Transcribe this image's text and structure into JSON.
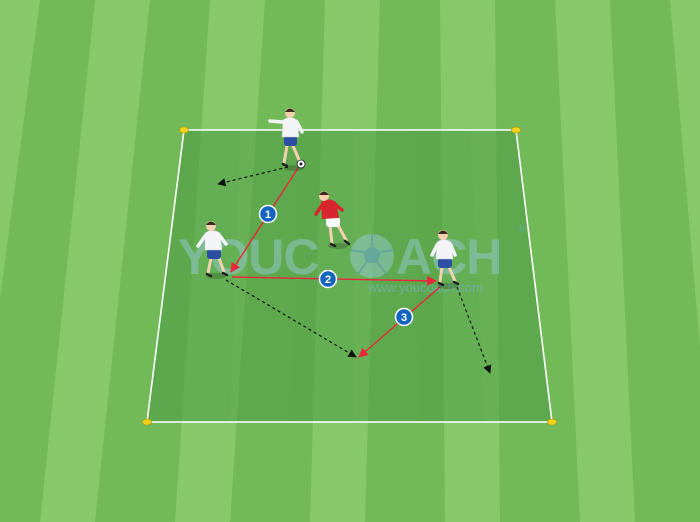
{
  "diagram": {
    "steps": [
      {
        "number": "1",
        "kind": "pass"
      },
      {
        "number": "2",
        "kind": "pass"
      },
      {
        "number": "3",
        "kind": "pass"
      }
    ],
    "players": [
      {
        "id": "white-top",
        "team": "white"
      },
      {
        "id": "white-left",
        "team": "white"
      },
      {
        "id": "white-right",
        "team": "white"
      },
      {
        "id": "red-center",
        "team": "red"
      }
    ],
    "colors": {
      "pitch_light": "#7dc25e",
      "pitch_dark": "#6ab24f",
      "area": "#4a9a42",
      "pass_line": "#e8273a",
      "movement_line": "#111111",
      "cone": "#f2d21b",
      "step_badge": "#1565c0",
      "white_kit": "#f2f4f7",
      "blue_kit": "#2c4fa3",
      "red_kit": "#d8262e"
    }
  },
  "watermark": {
    "brand_left": "YOUC",
    "brand_right": "ACH",
    "registered": "®",
    "url": "www.youcoach.com"
  }
}
